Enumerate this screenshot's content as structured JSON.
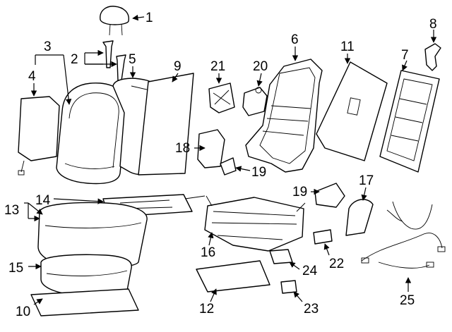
{
  "callouts": {
    "c1": "1",
    "c2": "2",
    "c3": "3",
    "c4": "4",
    "c5": "5",
    "c6": "6",
    "c7": "7",
    "c8": "8",
    "c9": "9",
    "c10": "10",
    "c11": "11",
    "c12": "12",
    "c13": "13",
    "c14": "14",
    "c15": "15",
    "c16": "16",
    "c17": "17",
    "c18": "18",
    "c19a": "19",
    "c19b": "19",
    "c20": "20",
    "c21": "21",
    "c22": "22",
    "c23": "23",
    "c24": "24",
    "c25": "25"
  }
}
